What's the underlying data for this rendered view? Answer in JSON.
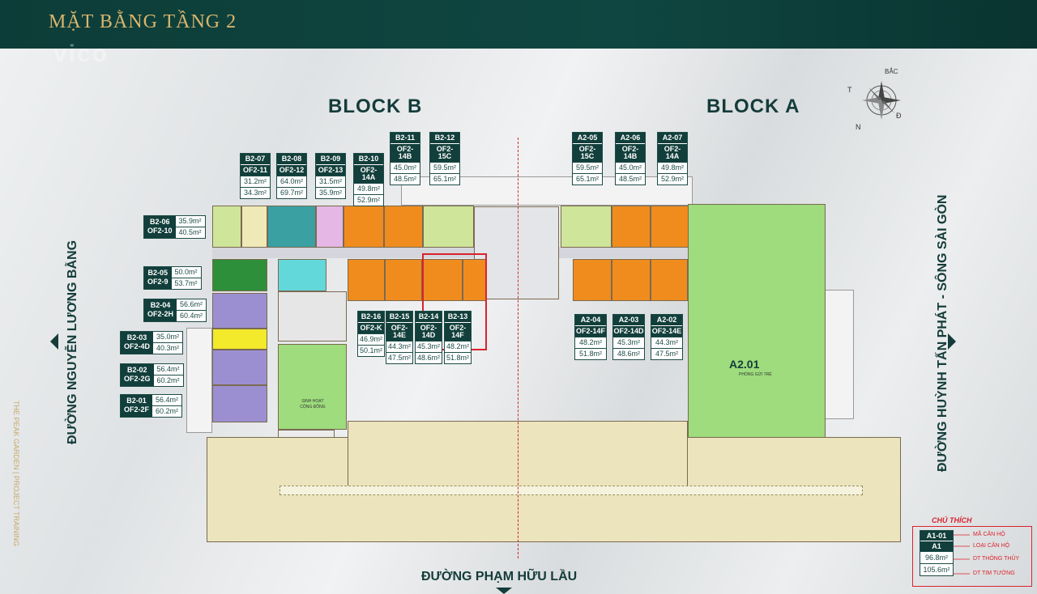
{
  "header": {
    "title": "MẶT BẰNG TẦNG 2",
    "watermark": "vico"
  },
  "blocks": {
    "left": "BLOCK B",
    "right": "BLOCK A"
  },
  "roads": {
    "left": "ĐƯỜNG NGUYỄN LƯƠNG BẰNG",
    "right": "ĐƯỜNG HUỲNH TẤN PHÁT - SÔNG SÀI GÒN",
    "bottom": "ĐƯỜNG PHẠM HỮU LẦU"
  },
  "side_watermark": "THE PEAK GARDEN | PROJECT TRAINING",
  "compass": {
    "north": "BẮC",
    "south": "N",
    "east": "Đ",
    "west": "T"
  },
  "top_tags": [
    {
      "code": "B2-07",
      "type": "OF2-11",
      "a1": "31.2m²",
      "a2": "34.3m²"
    },
    {
      "code": "B2-08",
      "type": "OF2-12",
      "a1": "64.0m²",
      "a2": "69.7m²"
    },
    {
      "code": "B2-09",
      "type": "OF2-13",
      "a1": "31.5m²",
      "a2": "35.9m²"
    },
    {
      "code": "B2-10",
      "type": "OF2-14A",
      "a1": "49.8m²",
      "a2": "52.9m²"
    },
    {
      "code": "B2-11",
      "type": "OF2-14B",
      "a1": "45.0m²",
      "a2": "48.5m²"
    },
    {
      "code": "B2-12",
      "type": "OF2-15C",
      "a1": "59.5m²",
      "a2": "65.1m²"
    },
    {
      "code": "A2-05",
      "type": "OF2-15C",
      "a1": "59.5m²",
      "a2": "65.1m²"
    },
    {
      "code": "A2-06",
      "type": "OF2-14B",
      "a1": "45.0m²",
      "a2": "48.5m²"
    },
    {
      "code": "A2-07",
      "type": "OF2-14A",
      "a1": "49.8m²",
      "a2": "52.9m²"
    }
  ],
  "mid_tags": [
    {
      "code": "B2-16",
      "type": "OF2-K",
      "a1": "46.9m²",
      "a2": "50.1m²"
    },
    {
      "code": "B2-15",
      "type": "OF2-14E",
      "a1": "44.3m²",
      "a2": "47.5m²"
    },
    {
      "code": "B2-14",
      "type": "OF2-14D",
      "a1": "45.3m²",
      "a2": "48.6m²"
    },
    {
      "code": "B2-13",
      "type": "OF2-14F",
      "a1": "48.2m²",
      "a2": "51.8m²"
    },
    {
      "code": "A2-04",
      "type": "OF2-14F",
      "a1": "48.2m²",
      "a2": "51.8m²"
    },
    {
      "code": "A2-03",
      "type": "OF2-14D",
      "a1": "45.3m²",
      "a2": "48.6m²"
    },
    {
      "code": "A2-02",
      "type": "OF2-14E",
      "a1": "44.3m²",
      "a2": "47.5m²"
    }
  ],
  "left_tags": [
    {
      "code": "B2-06",
      "type": "OF2-10",
      "a1": "35.9m²",
      "a2": "40.5m²"
    },
    {
      "code": "B2-05",
      "type": "OF2-9",
      "a1": "50.0m²",
      "a2": "53.7m²"
    },
    {
      "code": "B2-04",
      "type": "OF2-2H",
      "a1": "56.6m²",
      "a2": "60.4m²"
    },
    {
      "code": "B2-03",
      "type": "OF2-4D",
      "a1": "35.0m²",
      "a2": "40.3m²"
    },
    {
      "code": "B2-02",
      "type": "OF2-2G",
      "a1": "56.4m²",
      "a2": "60.2m²"
    },
    {
      "code": "B2-01",
      "type": "OF2-2F",
      "a1": "56.4m²",
      "a2": "60.2m²"
    }
  ],
  "a201": {
    "label": "A2.01",
    "sub": "PHÒNG GỬI TRẺ"
  },
  "community": {
    "line1": "SINH HOẠT",
    "line2": "CỘNG ĐỒNG"
  },
  "legend": {
    "title": "CHÚ THÍCH",
    "code": "A1-01",
    "type": "A1",
    "a1": "96.8m²",
    "a2": "105.6m²",
    "l_code": "MÃ CĂN HỘ",
    "l_type": "LOẠI CĂN HỘ",
    "l_a1": "DT THÔNG THỦY",
    "l_a2": "DT TIM TƯỜNG"
  },
  "colors": {
    "header": "#0f4641",
    "gold": "#d8b56e",
    "orange": "#f08c1e",
    "highlight": "#d9232e"
  }
}
